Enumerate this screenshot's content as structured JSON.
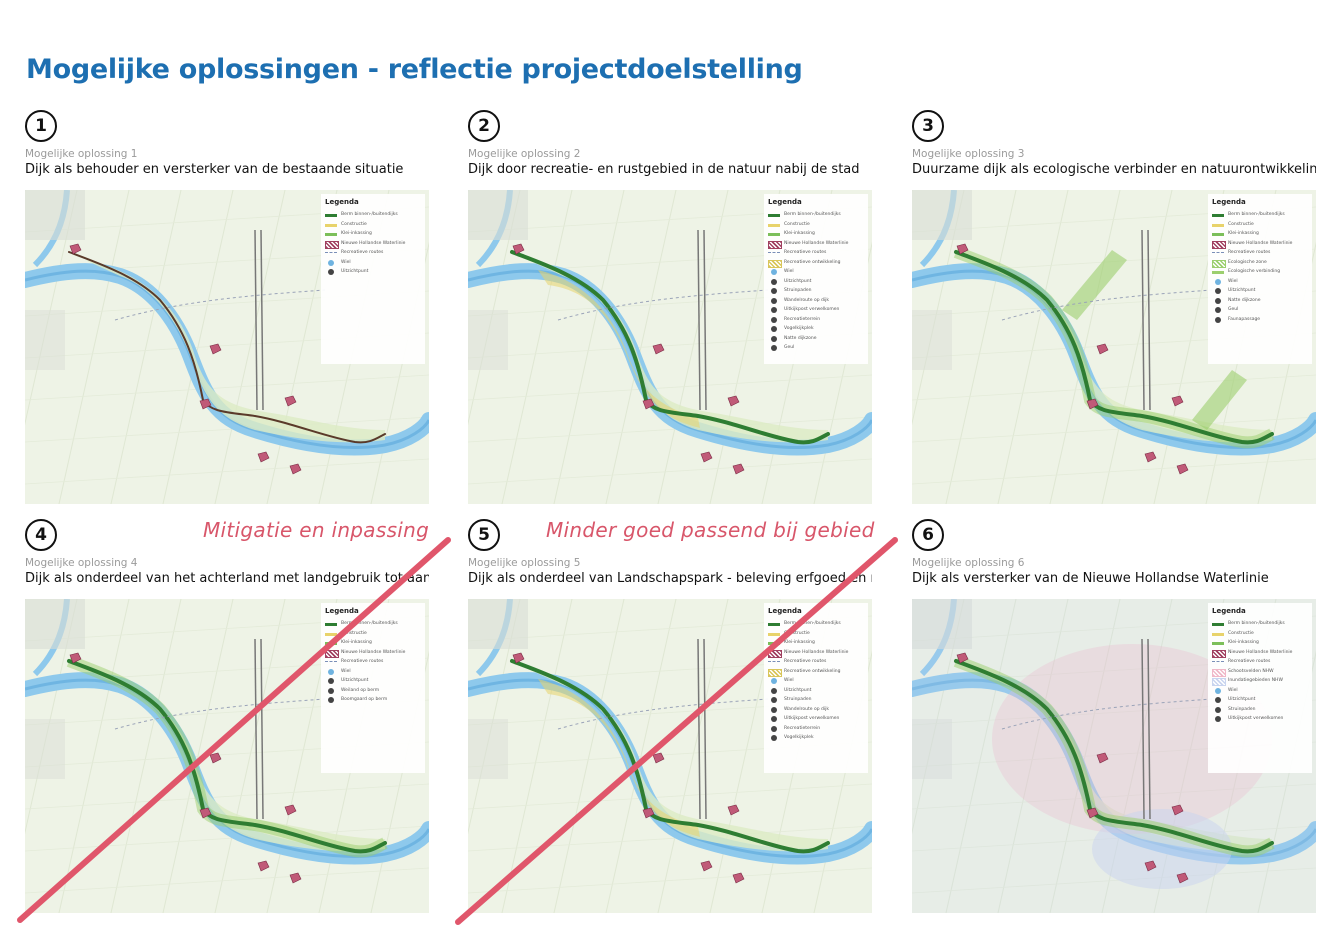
{
  "page": {
    "title": "Mogelijke oplossingen - reflectie projectdoelstelling"
  },
  "colors": {
    "title": "#1d6fb1",
    "cross": "#e0566b",
    "dike": "#2e7d32",
    "river": "#8ec9ec",
    "land": "#eaf2df"
  },
  "legend_title": "Legenda",
  "panels": [
    {
      "number": "1",
      "subtitle": "Mogelijke oplossing 1",
      "heading": "Dijk als behouder en versterker van de bestaande situatie",
      "crossed": false,
      "verdict": "",
      "legend": [
        {
          "label": "Berm binnen-/buitendijks",
          "symbol": "line",
          "color": "#2e7d32"
        },
        {
          "label": "Constructie",
          "symbol": "line",
          "color": "#e8d36b"
        },
        {
          "label": "Klei-inkassing",
          "symbol": "line",
          "color": "#7cbf5a"
        },
        {
          "label": "Nieuwe Hollandse Waterlinie",
          "symbol": "hatch",
          "color": "#a04060"
        },
        {
          "label": "Recreatieve routes",
          "symbol": "dash",
          "color": "#7a8fb8"
        },
        {
          "label": "Wiel",
          "symbol": "point",
          "color": "#6fb3e0"
        },
        {
          "label": "Uitzichtpunt",
          "symbol": "point",
          "color": "#444444"
        }
      ]
    },
    {
      "number": "2",
      "subtitle": "Mogelijke oplossing 2",
      "heading": "Dijk door recreatie- en rustgebied in de natuur nabij de stad",
      "crossed": false,
      "verdict": "",
      "legend": [
        {
          "label": "Berm binnen-/buitendijks",
          "symbol": "line",
          "color": "#2e7d32"
        },
        {
          "label": "Constructie",
          "symbol": "line",
          "color": "#e8d36b"
        },
        {
          "label": "Klei-inkassing",
          "symbol": "line",
          "color": "#7cbf5a"
        },
        {
          "label": "Nieuwe Hollandse Waterlinie",
          "symbol": "hatch",
          "color": "#a04060"
        },
        {
          "label": "Recreatieve routes",
          "symbol": "dash",
          "color": "#7a8fb8"
        },
        {
          "label": "Recreatieve ontwikkeling",
          "symbol": "hatch",
          "color": "#d9c65a"
        },
        {
          "label": "Wiel",
          "symbol": "point",
          "color": "#6fb3e0"
        },
        {
          "label": "Uitzichtpunt",
          "symbol": "point",
          "color": "#444444"
        },
        {
          "label": "Struinpaden",
          "symbol": "point",
          "color": "#444444"
        },
        {
          "label": "Wandelroute op dijk",
          "symbol": "point",
          "color": "#444444"
        },
        {
          "label": "Uitkijkpost verwelkomen",
          "symbol": "point",
          "color": "#444444"
        },
        {
          "label": "Recreatieterrein",
          "symbol": "point",
          "color": "#444444"
        },
        {
          "label": "Vogelkijkplek",
          "symbol": "point",
          "color": "#444444"
        },
        {
          "label": "Natte dijkzone",
          "symbol": "point",
          "color": "#444444"
        },
        {
          "label": "Geul",
          "symbol": "point",
          "color": "#444444"
        }
      ]
    },
    {
      "number": "3",
      "subtitle": "Mogelijke oplossing 3",
      "heading": "Duurzame dijk als ecologische verbinder en natuurontwikkeling",
      "crossed": false,
      "verdict": "",
      "legend": [
        {
          "label": "Berm binnen-/buitendijks",
          "symbol": "line",
          "color": "#2e7d32"
        },
        {
          "label": "Constructie",
          "symbol": "line",
          "color": "#e8d36b"
        },
        {
          "label": "Klei-inkassing",
          "symbol": "line",
          "color": "#7cbf5a"
        },
        {
          "label": "Nieuwe Hollandse Waterlinie",
          "symbol": "hatch",
          "color": "#a04060"
        },
        {
          "label": "Recreatieve routes",
          "symbol": "dash",
          "color": "#7a8fb8"
        },
        {
          "label": "Ecologische zone",
          "symbol": "hatch",
          "color": "#9ccf6e"
        },
        {
          "label": "Ecologische verbinding",
          "symbol": "line",
          "color": "#9ccf6e"
        },
        {
          "label": "Wiel",
          "symbol": "point",
          "color": "#6fb3e0"
        },
        {
          "label": "Uitzichtpunt",
          "symbol": "point",
          "color": "#444444"
        },
        {
          "label": "Natte dijkzone",
          "symbol": "point",
          "color": "#444444"
        },
        {
          "label": "Geul",
          "symbol": "point",
          "color": "#444444"
        },
        {
          "label": "Faunapassage",
          "symbol": "point",
          "color": "#444444"
        }
      ]
    },
    {
      "number": "4",
      "subtitle": "Mogelijke oplossing 4",
      "heading": "Dijk als onderdeel van het achterland met landgebruik tot aan dijkkruin",
      "crossed": true,
      "verdict": "Mitigatie en inpassing",
      "legend": [
        {
          "label": "Berm binnen-/buitendijks",
          "symbol": "line",
          "color": "#2e7d32"
        },
        {
          "label": "Constructie",
          "symbol": "line",
          "color": "#e8d36b"
        },
        {
          "label": "Klei-inkassing",
          "symbol": "line",
          "color": "#7cbf5a"
        },
        {
          "label": "Nieuwe Hollandse Waterlinie",
          "symbol": "hatch",
          "color": "#a04060"
        },
        {
          "label": "Recreatieve routes",
          "symbol": "dash",
          "color": "#7a8fb8"
        },
        {
          "label": "Wiel",
          "symbol": "point",
          "color": "#6fb3e0"
        },
        {
          "label": "Uitzichtpunt",
          "symbol": "point",
          "color": "#444444"
        },
        {
          "label": "Weiland op berm",
          "symbol": "point",
          "color": "#444444"
        },
        {
          "label": "Boomgaard op berm",
          "symbol": "point",
          "color": "#444444"
        }
      ]
    },
    {
      "number": "5",
      "subtitle": "Mogelijke oplossing 5",
      "heading": "Dijk als onderdeel van Landschapspark - beleving erfgoed en natuur",
      "crossed": true,
      "verdict": "Minder goed passend bij gebied",
      "legend": [
        {
          "label": "Berm binnen-/buitendijks",
          "symbol": "line",
          "color": "#2e7d32"
        },
        {
          "label": "Constructie",
          "symbol": "line",
          "color": "#e8d36b"
        },
        {
          "label": "Klei-inkassing",
          "symbol": "line",
          "color": "#7cbf5a"
        },
        {
          "label": "Nieuwe Hollandse Waterlinie",
          "symbol": "hatch",
          "color": "#a04060"
        },
        {
          "label": "Recreatieve routes",
          "symbol": "dash",
          "color": "#7a8fb8"
        },
        {
          "label": "Recreatieve ontwikkeling",
          "symbol": "hatch",
          "color": "#d9c65a"
        },
        {
          "label": "Wiel",
          "symbol": "point",
          "color": "#6fb3e0"
        },
        {
          "label": "Uitzichtpunt",
          "symbol": "point",
          "color": "#444444"
        },
        {
          "label": "Struinpaden",
          "symbol": "point",
          "color": "#444444"
        },
        {
          "label": "Wandelroute op dijk",
          "symbol": "point",
          "color": "#444444"
        },
        {
          "label": "Uitkijkpost verwelkomen",
          "symbol": "point",
          "color": "#444444"
        },
        {
          "label": "Recreatieterrein",
          "symbol": "point",
          "color": "#444444"
        },
        {
          "label": "Vogelkijkplek",
          "symbol": "point",
          "color": "#444444"
        }
      ]
    },
    {
      "number": "6",
      "subtitle": "Mogelijke oplossing 6",
      "heading": "Dijk als versterker van de Nieuwe Hollandse Waterlinie",
      "crossed": false,
      "verdict": "",
      "legend": [
        {
          "label": "Berm binnen-/buitendijks",
          "symbol": "line",
          "color": "#2e7d32"
        },
        {
          "label": "Constructie",
          "symbol": "line",
          "color": "#e8d36b"
        },
        {
          "label": "Klei-inkassing",
          "symbol": "line",
          "color": "#7cbf5a"
        },
        {
          "label": "Nieuwe Hollandse Waterlinie",
          "symbol": "hatch",
          "color": "#a04060"
        },
        {
          "label": "Recreatieve routes",
          "symbol": "dash",
          "color": "#7a8fb8"
        },
        {
          "label": "Schootsvelden NHW",
          "symbol": "hatch",
          "color": "#f0b8c8"
        },
        {
          "label": "Inundatiegebieden NHW",
          "symbol": "hatch",
          "color": "#c9d4ef"
        },
        {
          "label": "Wiel",
          "symbol": "point",
          "color": "#6fb3e0"
        },
        {
          "label": "Uitzichtpunt",
          "symbol": "point",
          "color": "#444444"
        },
        {
          "label": "Struinpaden",
          "symbol": "point",
          "color": "#444444"
        },
        {
          "label": "Uitkijkpost verwelkomen",
          "symbol": "point",
          "color": "#444444"
        }
      ]
    }
  ]
}
